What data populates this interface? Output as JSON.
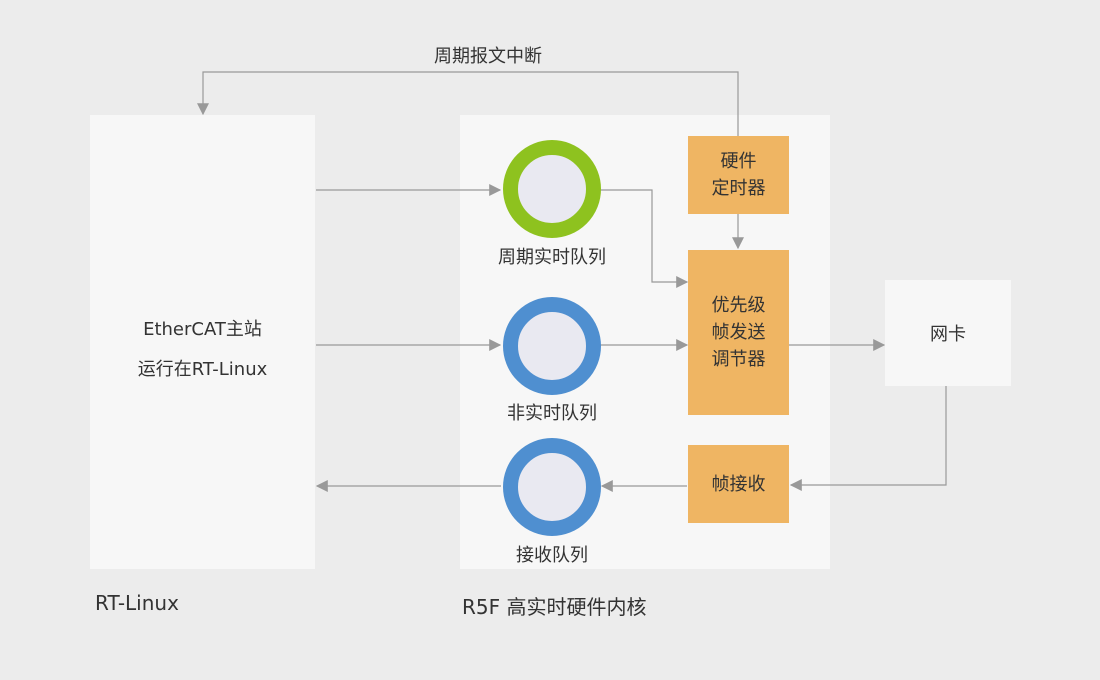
{
  "top_label": "周期报文中断",
  "linux_panel": {
    "line1": "EtherCAT主站",
    "line2": "运行在RT-Linux",
    "caption": "RT-Linux"
  },
  "r5f_panel": {
    "caption": "R5F 高实时硬件内核"
  },
  "queues": [
    {
      "label": "周期实时队列",
      "color": "#8ec21f"
    },
    {
      "label": "非实时队列",
      "color": "#4f8fd0"
    },
    {
      "label": "接收队列",
      "color": "#4f8fd0"
    }
  ],
  "hardware_timer": {
    "line1": "硬件",
    "line2": "定时器"
  },
  "scheduler": {
    "line1": "优先级",
    "line2": "帧发送",
    "line3": "调节器"
  },
  "frame_receive": {
    "label": "帧接收"
  },
  "nic": {
    "label": "网卡"
  },
  "colors": {
    "background": "#ececec",
    "panel": "#f7f7f7",
    "orange_box": "#efb563",
    "arrow": "#999999"
  }
}
